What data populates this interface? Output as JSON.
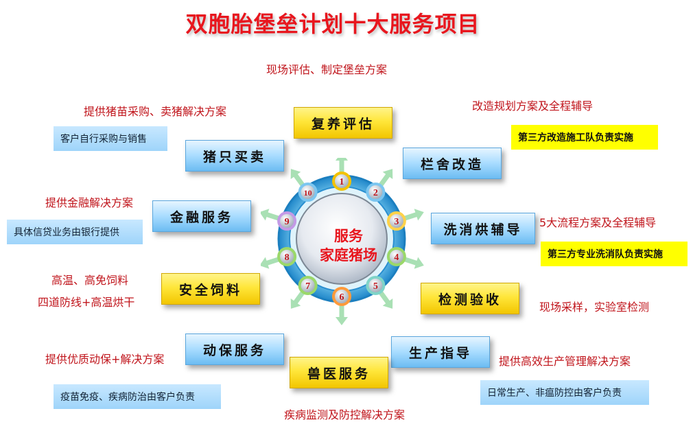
{
  "title": "双胞胎堡垒计划十大服务项目",
  "hub": {
    "line1": "服务",
    "line2": "家庭猪场"
  },
  "numbers": [
    "1",
    "2",
    "3",
    "4",
    "5",
    "6",
    "7",
    "8",
    "9",
    "10"
  ],
  "services": [
    {
      "label": "复养评估",
      "desc": "现场评估、制定堡垒方案"
    },
    {
      "label": "栏舍改造",
      "desc": "改造规划方案及全程辅导",
      "note": "第三方改造施工队负责实施"
    },
    {
      "label": "洗消烘辅导",
      "desc": "5大流程方案及全程辅导",
      "note": "第三方专业洗消队负责实施"
    },
    {
      "label": "检测验收",
      "desc": "现场采样，实验室检测"
    },
    {
      "label": "生产指导",
      "desc": "提供高效生产管理解决方案",
      "note": "日常生产、非瘟防控由客户负责"
    },
    {
      "label": "兽医服务",
      "desc": "疾病监测及防控解决方案"
    },
    {
      "label": "动保服务",
      "desc": "提供优质动保+解决方案",
      "note": "疫苗免疫、疾病防治由客户负责"
    },
    {
      "label": "安全饲料",
      "desc": "高温、高免饲料",
      "desc2": "四道防线+高温烘干"
    },
    {
      "label": "金融服务",
      "desc": "提供金融解决方案",
      "note": "具体信贷业务由银行提供"
    },
    {
      "label": "猪只买卖",
      "desc": "提供猪苗采购、卖猪解决方案",
      "note": "客户自行采购与销售"
    }
  ],
  "colors": {
    "title": "#e8161e",
    "desc": "#c0141b",
    "yellow_box": "#ffe63a",
    "blue_box": "#a8dcff",
    "yellow_note": "#ffff00"
  }
}
